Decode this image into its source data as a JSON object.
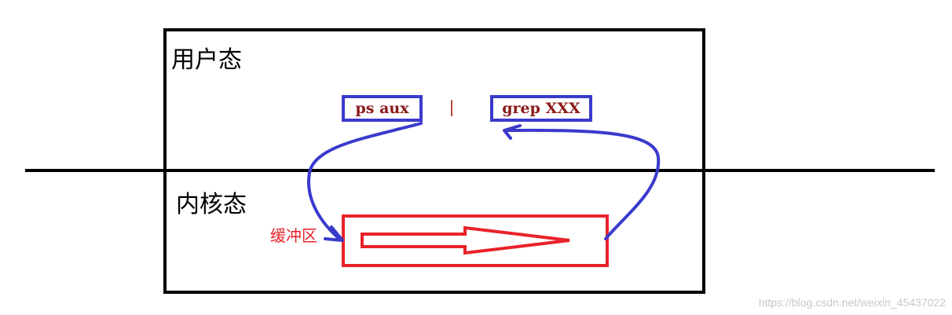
{
  "zones": {
    "user_mode": "用户态",
    "kernel_mode": "内核态"
  },
  "commands": {
    "left": "ps aux",
    "pipe": "|",
    "right": "grep XXX"
  },
  "buffer": {
    "label": "缓冲区"
  },
  "watermark": "https://blog.csdn.net/weixin_45437022",
  "colors": {
    "box_outline": "#000000",
    "command_border": "#3a3acd",
    "command_text": "#8b1a1a",
    "flow_arrow": "#3a3acd",
    "buffer": "#e8222a"
  }
}
